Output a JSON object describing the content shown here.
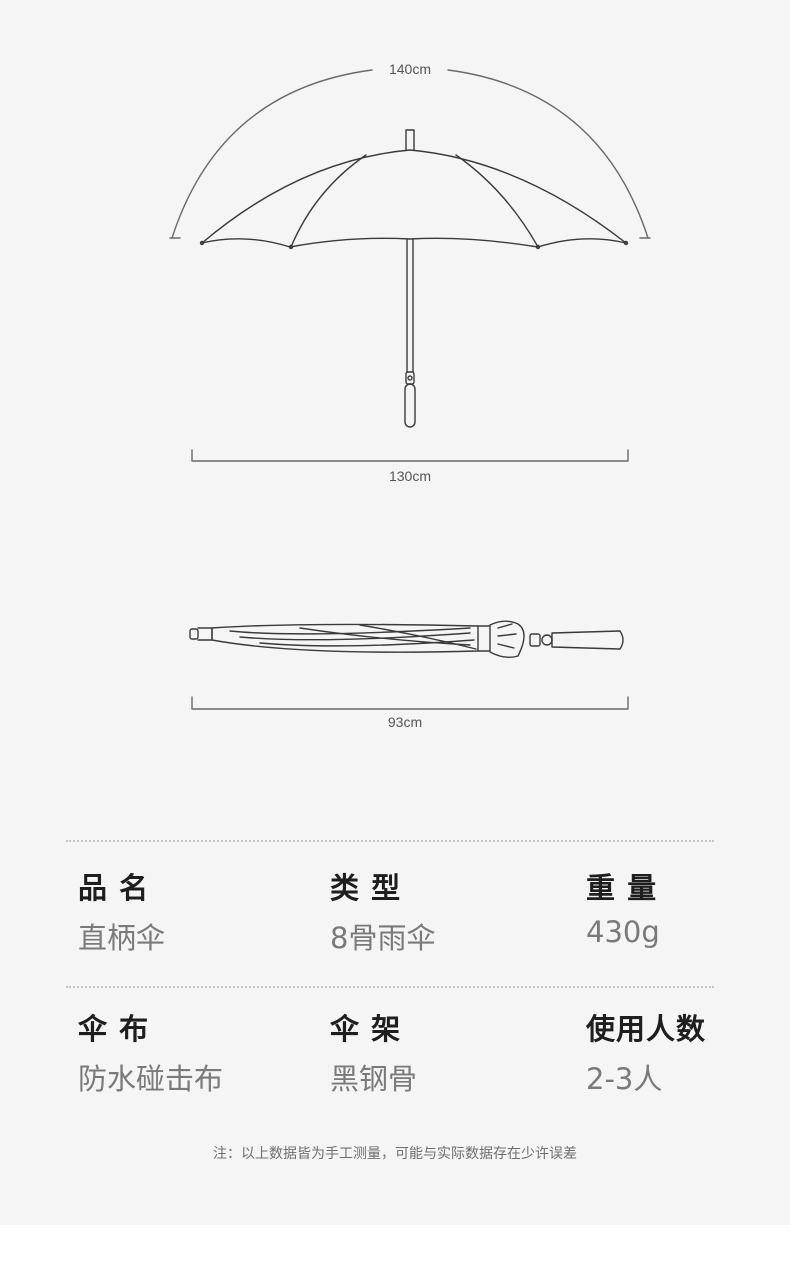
{
  "dimensions": {
    "canopy_arc": "140cm",
    "open_width": "130cm",
    "folded_length": "93cm"
  },
  "specs": [
    {
      "label": "品 名",
      "value": "直柄伞"
    },
    {
      "label": "类 型",
      "value": "8骨雨伞"
    },
    {
      "label": "重 量",
      "value": "430g"
    },
    {
      "label": "伞 布",
      "value": "防水碰击布"
    },
    {
      "label": "伞 架",
      "value": "黑钢骨"
    },
    {
      "label": "使用人数",
      "value": "2-3人"
    }
  ],
  "note": "注：以上数据皆为手工测量，可能与实际数据存在少许误差",
  "colors": {
    "background": "#f5f5f5",
    "line": "#3a3a3a",
    "label_text": "#1e1e1e",
    "value_text": "#7a7a7a"
  }
}
